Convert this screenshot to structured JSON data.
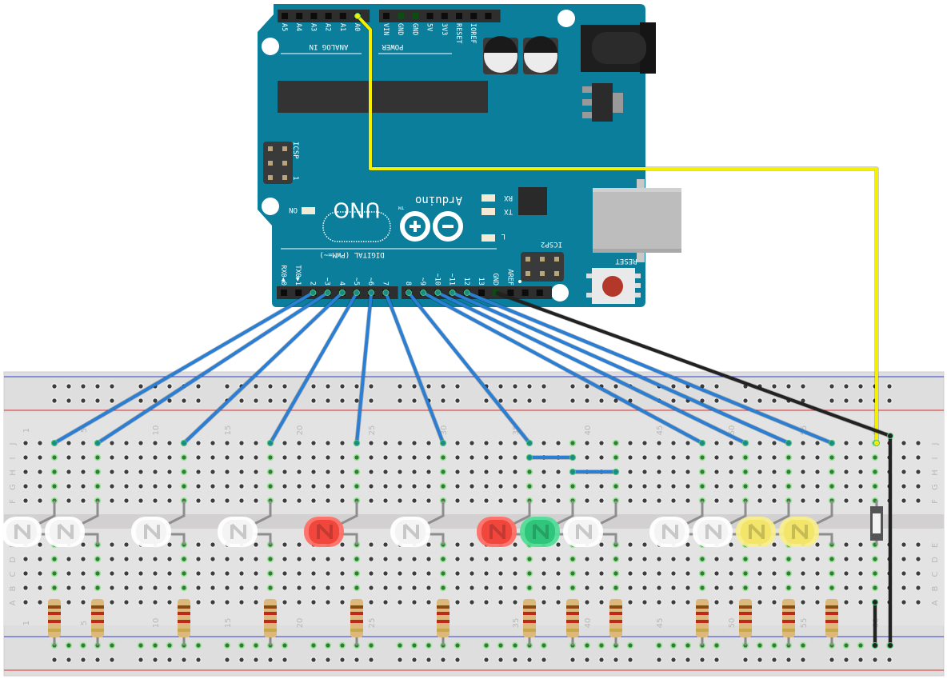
{
  "arduino": {
    "brand": "Arduino",
    "tm": "TM",
    "model": "UNO",
    "analog_label": "ANALOG IN",
    "power_label": "POWER",
    "digital_label": "DIGITAL (PWM=~)",
    "icsp_label": "ICSP",
    "icsp_pin1": "1",
    "icsp2_label": "ICSP2",
    "reset_label": "RESET",
    "on_label": "ON",
    "tx_label": "TX",
    "rx_label": "RX",
    "l_label": "L",
    "analog_pins": [
      "A5",
      "A4",
      "A3",
      "A2",
      "A1",
      "A0"
    ],
    "power_pins": [
      "VIN",
      "GND",
      "GND",
      "5V",
      "3V3",
      "RESET",
      "IOREF",
      ""
    ],
    "digital_pins_low": [
      "RX0◀0",
      "TX0▶1",
      "2",
      "~3",
      "4",
      "~5",
      "~6",
      "7"
    ],
    "digital_pins_high": [
      "8",
      "~9",
      "~10",
      "~11",
      "12",
      "13",
      "GND",
      "AREF",
      "",
      ""
    ],
    "board_color": "#0b7e9c"
  },
  "breadboard": {
    "columns": 63,
    "row_labels_top": [
      "J",
      "I",
      "H",
      "G",
      "F"
    ],
    "row_labels_bottom": [
      "E",
      "D",
      "C",
      "B",
      "A"
    ],
    "column_numbers": [
      "1",
      "5",
      "10",
      "15",
      "20",
      "25",
      "30",
      "35",
      "40",
      "45",
      "50",
      "55",
      "60"
    ]
  },
  "leds": [
    {
      "column": 3,
      "color": "white"
    },
    {
      "column": 6,
      "color": "white"
    },
    {
      "column": 12,
      "color": "white"
    },
    {
      "column": 18,
      "color": "white"
    },
    {
      "column": 24,
      "color": "red"
    },
    {
      "column": 30,
      "color": "white"
    },
    {
      "column": 36,
      "color": "red"
    },
    {
      "column": 39,
      "color": "green"
    },
    {
      "column": 42,
      "color": "white"
    },
    {
      "column": 48,
      "color": "white"
    },
    {
      "column": 51,
      "color": "white"
    },
    {
      "column": 54,
      "color": "yellow"
    },
    {
      "column": 57,
      "color": "yellow"
    }
  ],
  "resistor_columns": [
    3,
    6,
    12,
    18,
    24,
    30,
    36,
    39,
    42,
    48,
    51,
    54,
    57
  ],
  "wires": {
    "digital": [
      {
        "pin": "2",
        "column": 3
      },
      {
        "pin": "3",
        "column": 6
      },
      {
        "pin": "4",
        "column": 12
      },
      {
        "pin": "5",
        "column": 18
      },
      {
        "pin": "6",
        "column": 24
      },
      {
        "pin": "7",
        "column": 30
      },
      {
        "pin": "8",
        "column": 36
      },
      {
        "pin": "9",
        "column": 48
      },
      {
        "pin": "10",
        "column": 51
      },
      {
        "pin": "11",
        "column": 54
      },
      {
        "pin": "12",
        "column": 57
      }
    ],
    "jumpers": [
      {
        "from_column": 36,
        "to_column": 39,
        "row": "I"
      },
      {
        "from_column": 39,
        "to_column": 42,
        "row": "H"
      }
    ],
    "analog": {
      "pin": "A0",
      "column": 60,
      "color": "#f5f000"
    },
    "ground": {
      "pin": "GND",
      "column": 61,
      "color": "#222222"
    },
    "digital_color": "#2a7fd4"
  },
  "pushbutton": {
    "column": 60
  },
  "colors": {
    "white_led": "#f4f4f4",
    "red_led": "#f0463c",
    "green_led": "#2fc57a",
    "yellow_led": "#f3e56a"
  }
}
